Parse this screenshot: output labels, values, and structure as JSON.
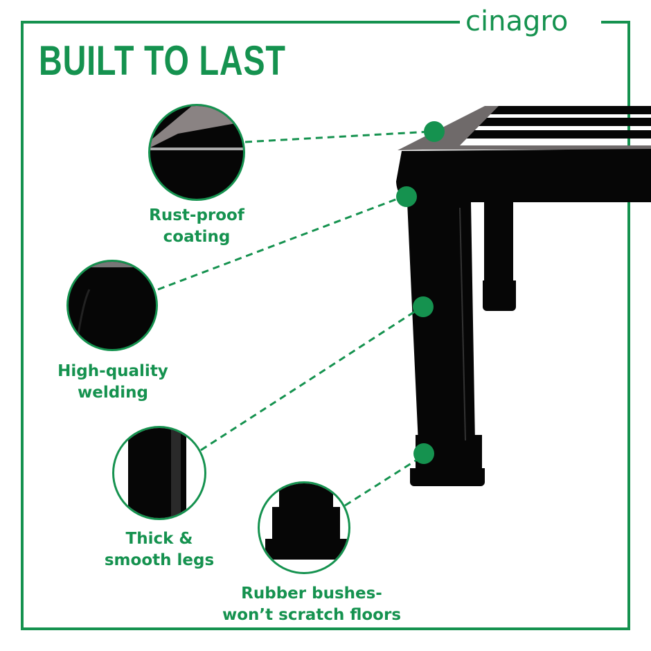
{
  "brand": {
    "name": "cinagro"
  },
  "title": "BUILT TO LAST",
  "colors": {
    "accent": "#15924f",
    "product": "#060606",
    "background": "#ffffff"
  },
  "features": [
    {
      "id": "rust-proof",
      "line1": "Rust-proof",
      "line2": "coating",
      "icon": "frame-corner-closeup"
    },
    {
      "id": "welding",
      "line1": "High-quality",
      "line2": "welding",
      "icon": "weld-joint-closeup"
    },
    {
      "id": "legs",
      "line1": "Thick &",
      "line2": "smooth legs",
      "icon": "leg-closeup"
    },
    {
      "id": "rubber-bushes",
      "line1": "Rubber bushes-",
      "line2": "won’t scratch floors",
      "icon": "rubber-bush-closeup"
    }
  ]
}
